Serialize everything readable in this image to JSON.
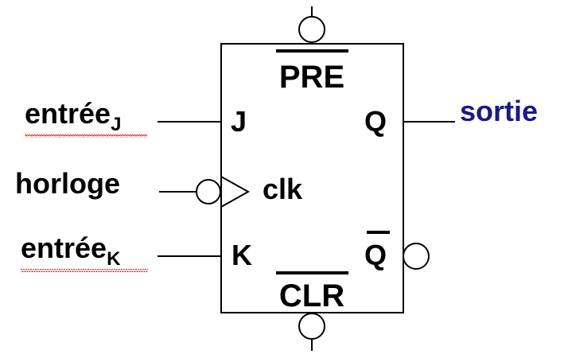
{
  "diagram": {
    "pins": {
      "pre": "PRE",
      "clr": "CLR",
      "j": "J",
      "k": "K",
      "q": "Q",
      "q_bar": "Q",
      "clk": "clk"
    },
    "signals": {
      "input_j": {
        "base": "entrée",
        "subscript": "J"
      },
      "clock": "horloge",
      "input_k": {
        "base": "entrée",
        "subscript": "K"
      },
      "output": "sortie"
    },
    "colors": {
      "text": "#000000",
      "output_text": "#1a1a80",
      "spellcheck_underline": "#d9251c",
      "lines": "#000000"
    }
  }
}
